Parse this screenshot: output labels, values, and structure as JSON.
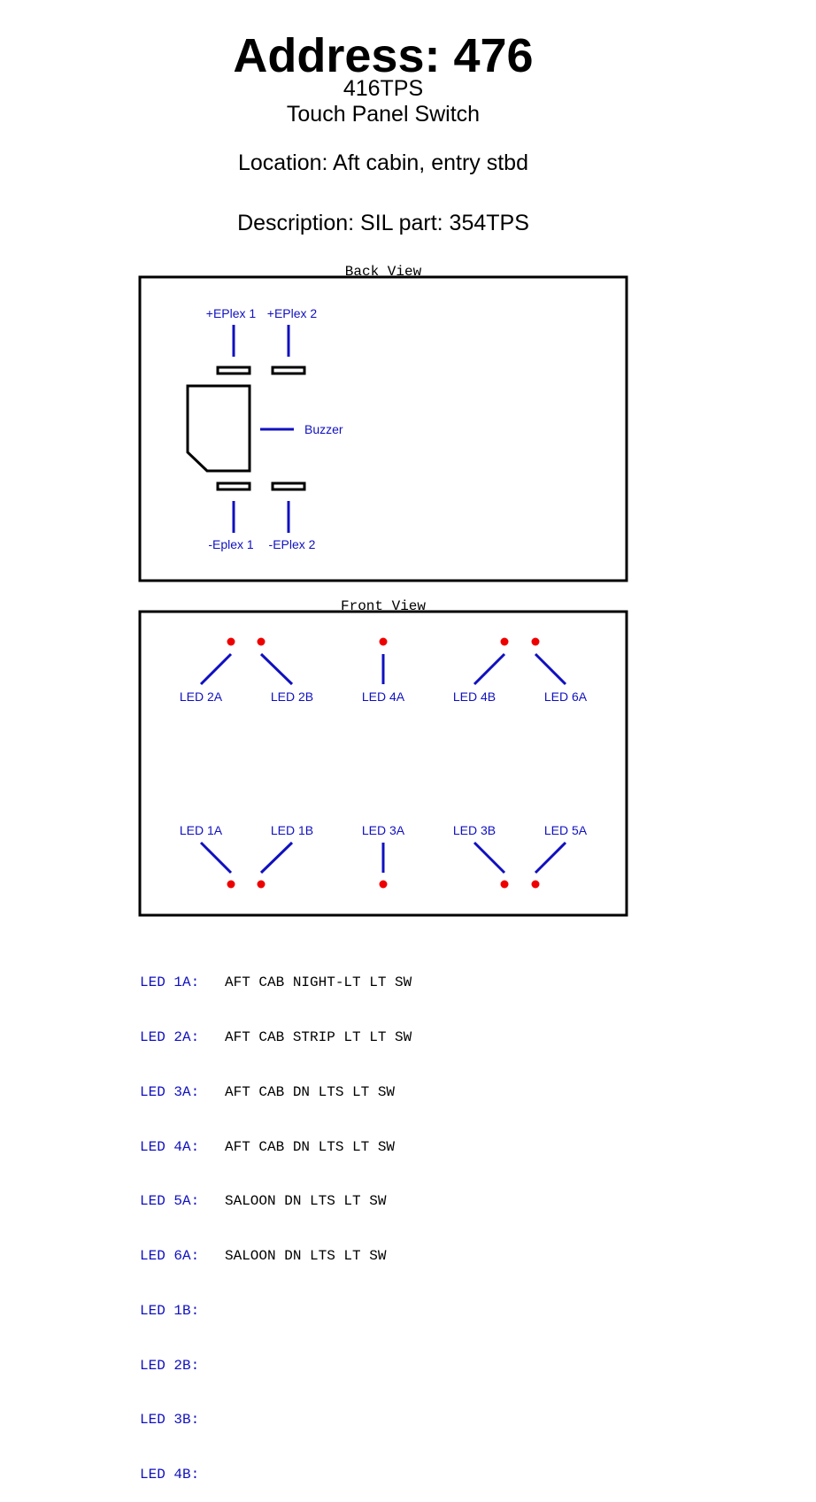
{
  "header": {
    "address": "Address:  476",
    "model": "416TPS",
    "type": "Touch Panel Switch",
    "location": "Location:  Aft cabin, entry stbd",
    "description": "Description:  SIL part: 354TPS"
  },
  "back_view": {
    "title": "Back View",
    "labels": {
      "eplex1_pos": "+EPlex 1",
      "eplex2_pos": "+EPlex 2",
      "buzzer": "Buzzer",
      "eplex1_neg": "-Eplex 1",
      "eplex2_neg": "-EPlex 2"
    }
  },
  "front_view": {
    "title": "Front View",
    "top_leds": [
      "LED 2A",
      "LED 2B",
      "LED 4A",
      "LED 4B",
      "LED 6A"
    ],
    "bottom_leds": [
      "LED 1A",
      "LED 1B",
      "LED 3A",
      "LED 3B",
      "LED 5A"
    ]
  },
  "legend": [
    {
      "key": "LED 1A:",
      "value": "AFT CAB NIGHT-LT LT SW"
    },
    {
      "key": "LED 2A:",
      "value": "AFT CAB STRIP LT LT SW"
    },
    {
      "key": "LED 3A:",
      "value": "AFT CAB DN LTS LT SW"
    },
    {
      "key": "LED 4A:",
      "value": "AFT CAB DN LTS LT SW"
    },
    {
      "key": "LED 5A:",
      "value": "SALOON DN LTS LT SW"
    },
    {
      "key": "LED 6A:",
      "value": "SALOON DN LTS LT SW"
    },
    {
      "key": "LED 1B:",
      "value": ""
    },
    {
      "key": "LED 2B:",
      "value": ""
    },
    {
      "key": "LED 3B:",
      "value": ""
    },
    {
      "key": "LED 4B:",
      "value": ""
    }
  ],
  "colors": {
    "label_blue": "#1010c0",
    "led_red": "#ee0000",
    "outline": "#000000"
  }
}
